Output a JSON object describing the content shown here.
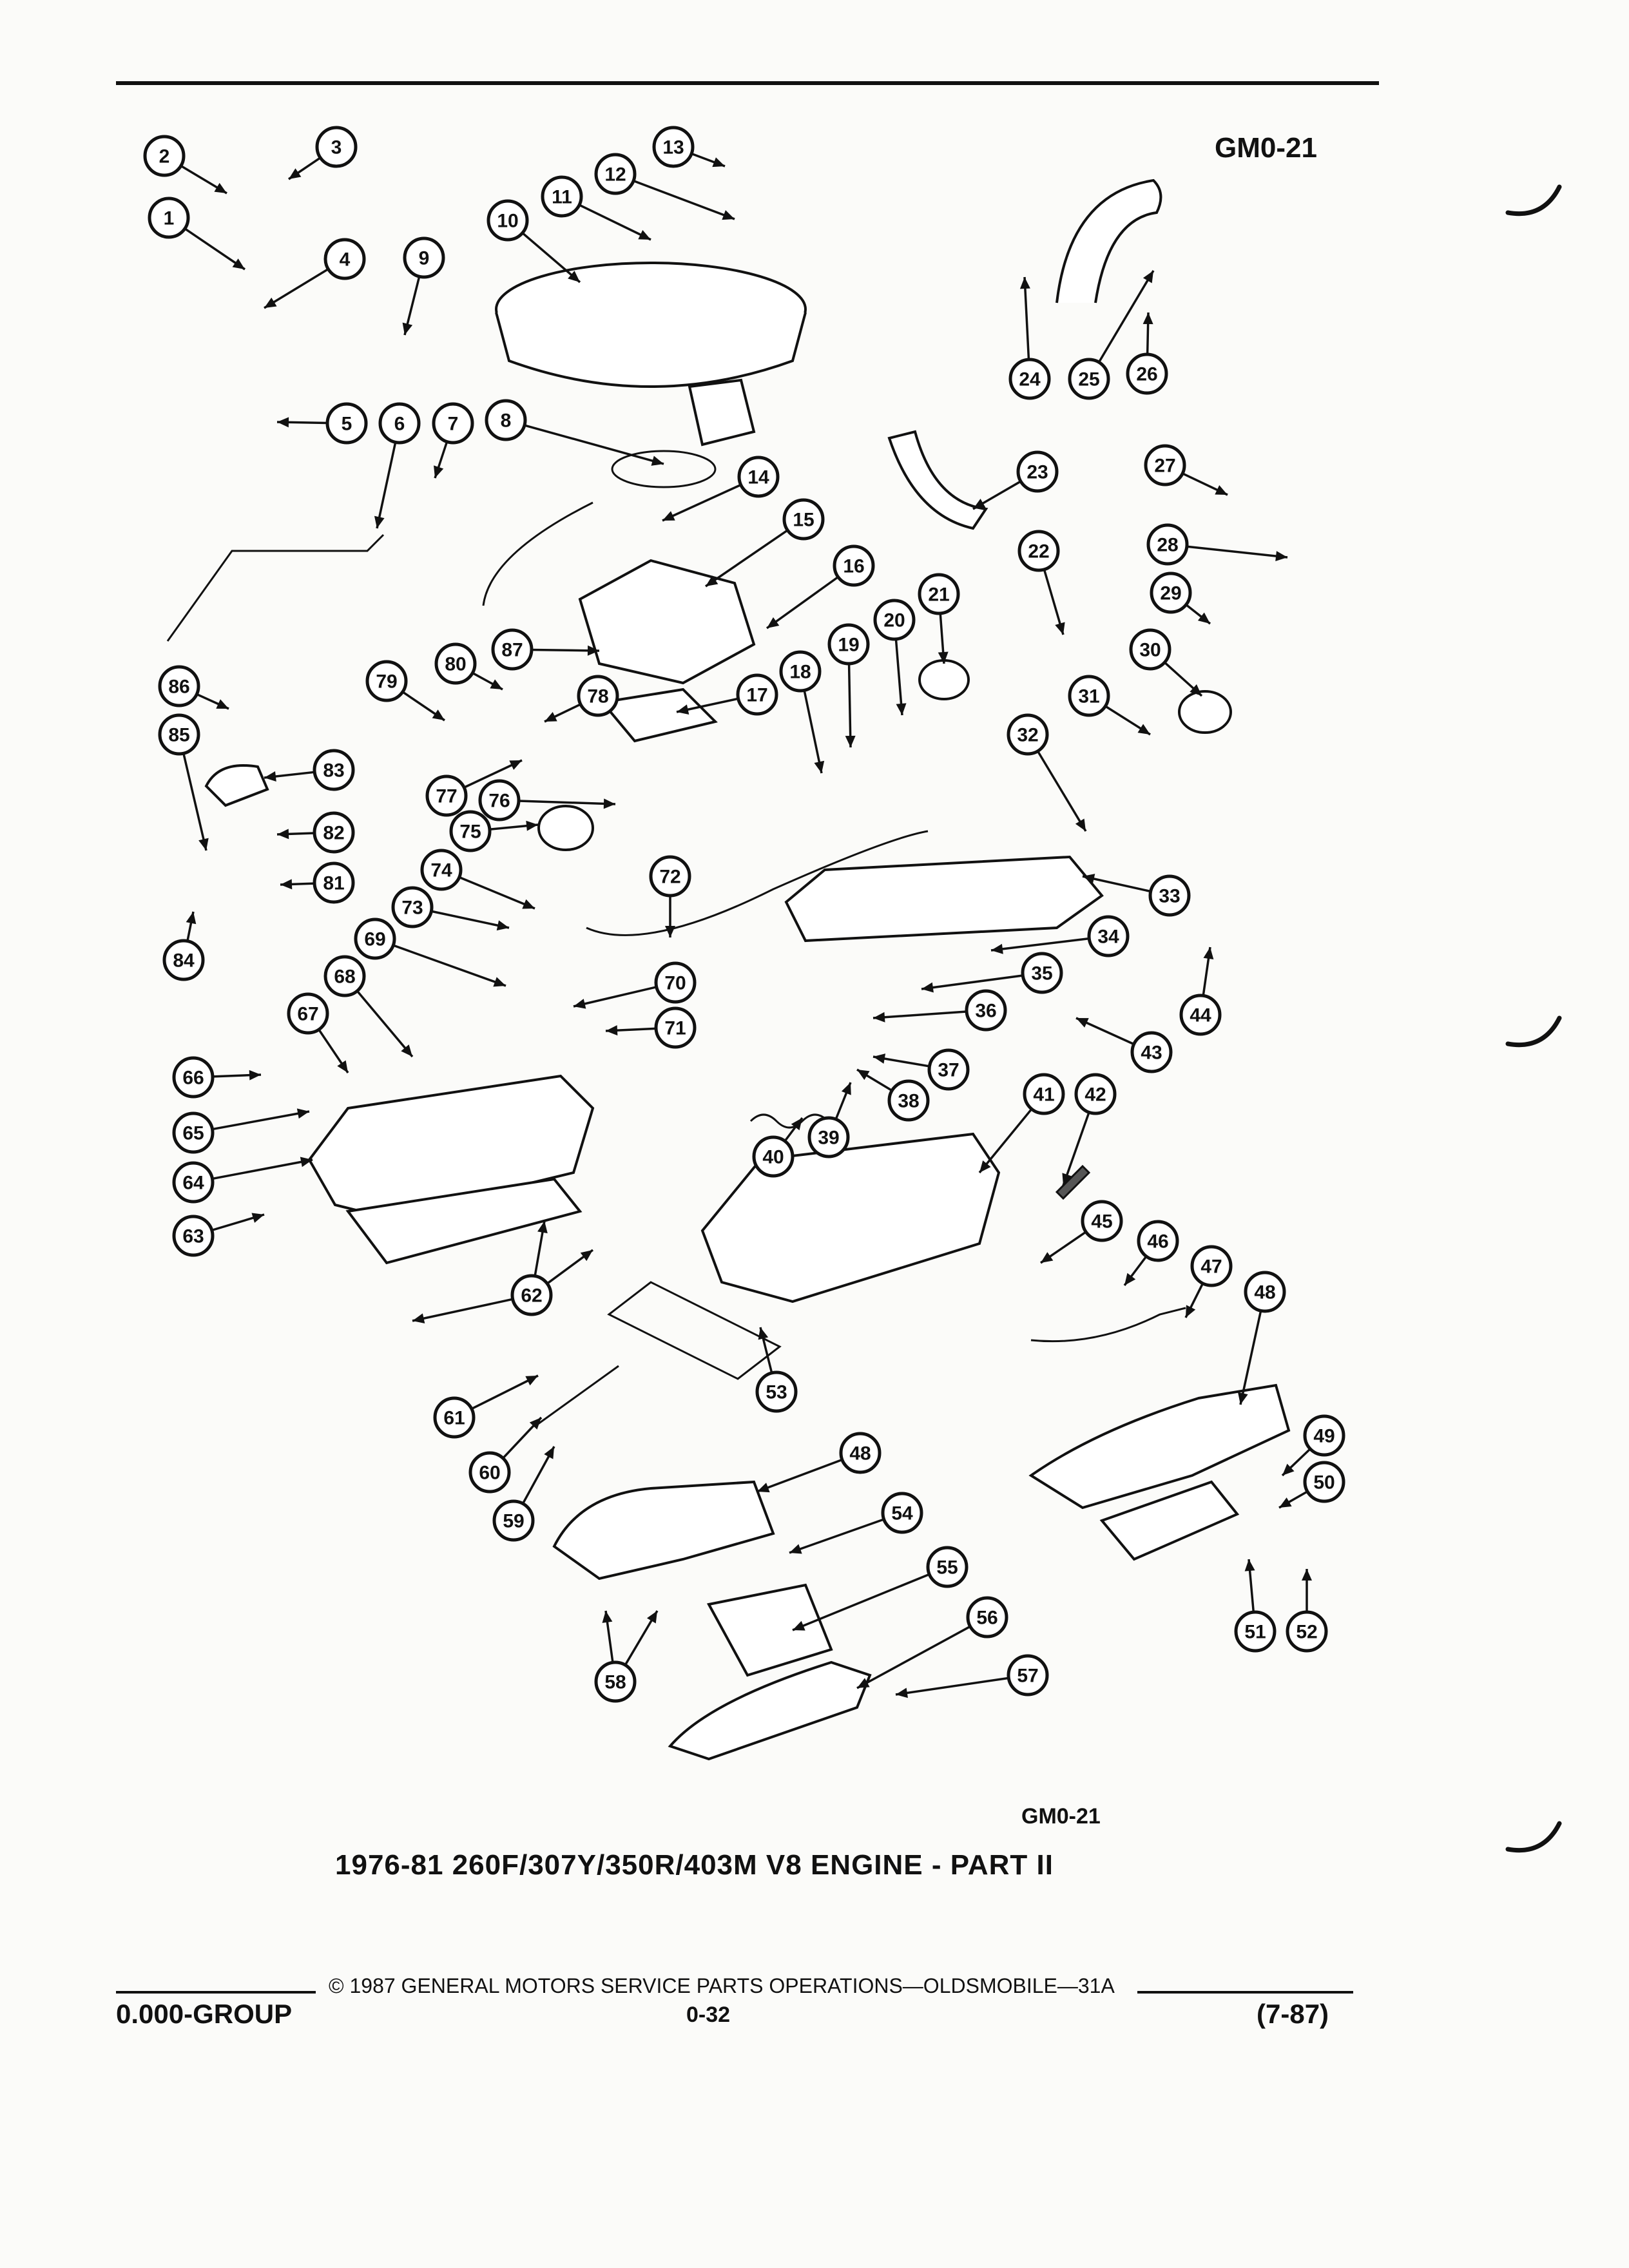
{
  "header": {
    "figure_code": "GM0-21"
  },
  "diagram": {
    "figure_code": "GM0-21",
    "caption": "1976-81 260F/307Y/350R/403M V8 ENGINE - PART II",
    "callouts": [
      {
        "id": "c1",
        "label": "1"
      },
      {
        "id": "c2",
        "label": "2"
      },
      {
        "id": "c3",
        "label": "3"
      },
      {
        "id": "c4",
        "label": "4"
      },
      {
        "id": "c5",
        "label": "5"
      },
      {
        "id": "c6",
        "label": "6"
      },
      {
        "id": "c7",
        "label": "7"
      },
      {
        "id": "c8",
        "label": "8"
      },
      {
        "id": "c9",
        "label": "9"
      },
      {
        "id": "c10",
        "label": "10"
      },
      {
        "id": "c11",
        "label": "11"
      },
      {
        "id": "c12",
        "label": "12"
      },
      {
        "id": "c13",
        "label": "13"
      },
      {
        "id": "c14",
        "label": "14"
      },
      {
        "id": "c15",
        "label": "15"
      },
      {
        "id": "c16",
        "label": "16"
      },
      {
        "id": "c17",
        "label": "17"
      },
      {
        "id": "c18",
        "label": "18"
      },
      {
        "id": "c19",
        "label": "19"
      },
      {
        "id": "c20",
        "label": "20"
      },
      {
        "id": "c21",
        "label": "21"
      },
      {
        "id": "c22",
        "label": "22"
      },
      {
        "id": "c23",
        "label": "23"
      },
      {
        "id": "c24",
        "label": "24"
      },
      {
        "id": "c25",
        "label": "25"
      },
      {
        "id": "c26",
        "label": "26"
      },
      {
        "id": "c27",
        "label": "27"
      },
      {
        "id": "c28",
        "label": "28"
      },
      {
        "id": "c29",
        "label": "29"
      },
      {
        "id": "c30",
        "label": "30"
      },
      {
        "id": "c31",
        "label": "31"
      },
      {
        "id": "c32",
        "label": "32"
      },
      {
        "id": "c33",
        "label": "33"
      },
      {
        "id": "c34",
        "label": "34"
      },
      {
        "id": "c35",
        "label": "35"
      },
      {
        "id": "c36",
        "label": "36"
      },
      {
        "id": "c37",
        "label": "37"
      },
      {
        "id": "c38",
        "label": "38"
      },
      {
        "id": "c39",
        "label": "39"
      },
      {
        "id": "c40",
        "label": "40"
      },
      {
        "id": "c41",
        "label": "41"
      },
      {
        "id": "c42",
        "label": "42"
      },
      {
        "id": "c43",
        "label": "43"
      },
      {
        "id": "c44",
        "label": "44"
      },
      {
        "id": "c45",
        "label": "45"
      },
      {
        "id": "c46",
        "label": "46"
      },
      {
        "id": "c47",
        "label": "47"
      },
      {
        "id": "c48a",
        "label": "48"
      },
      {
        "id": "c48b",
        "label": "48"
      },
      {
        "id": "c49",
        "label": "49"
      },
      {
        "id": "c50",
        "label": "50"
      },
      {
        "id": "c51",
        "label": "51"
      },
      {
        "id": "c52",
        "label": "52"
      },
      {
        "id": "c53",
        "label": "53"
      },
      {
        "id": "c54",
        "label": "54"
      },
      {
        "id": "c55",
        "label": "55"
      },
      {
        "id": "c56",
        "label": "56"
      },
      {
        "id": "c57",
        "label": "57"
      },
      {
        "id": "c58",
        "label": "58"
      },
      {
        "id": "c59",
        "label": "59"
      },
      {
        "id": "c60",
        "label": "60"
      },
      {
        "id": "c61",
        "label": "61"
      },
      {
        "id": "c62",
        "label": "62"
      },
      {
        "id": "c63",
        "label": "63"
      },
      {
        "id": "c64",
        "label": "64"
      },
      {
        "id": "c65",
        "label": "65"
      },
      {
        "id": "c66",
        "label": "66"
      },
      {
        "id": "c67",
        "label": "67"
      },
      {
        "id": "c68",
        "label": "68"
      },
      {
        "id": "c69",
        "label": "69"
      },
      {
        "id": "c70",
        "label": "70"
      },
      {
        "id": "c71",
        "label": "71"
      },
      {
        "id": "c72",
        "label": "72"
      },
      {
        "id": "c73",
        "label": "73"
      },
      {
        "id": "c74",
        "label": "74"
      },
      {
        "id": "c75",
        "label": "75"
      },
      {
        "id": "c76",
        "label": "76"
      },
      {
        "id": "c77",
        "label": "77"
      },
      {
        "id": "c78",
        "label": "78"
      },
      {
        "id": "c79",
        "label": "79"
      },
      {
        "id": "c80",
        "label": "80"
      },
      {
        "id": "c81",
        "label": "81"
      },
      {
        "id": "c82",
        "label": "82"
      },
      {
        "id": "c83",
        "label": "83"
      },
      {
        "id": "c84",
        "label": "84"
      },
      {
        "id": "c85",
        "label": "85"
      },
      {
        "id": "c86",
        "label": "86"
      },
      {
        "id": "c87",
        "label": "87"
      }
    ]
  },
  "footer": {
    "copyright": "© 1987 GENERAL MOTORS SERVICE PARTS OPERATIONS—OLDSMOBILE—31A",
    "group": "0.000-GROUP",
    "page": "0-32",
    "date": "(7-87)"
  }
}
